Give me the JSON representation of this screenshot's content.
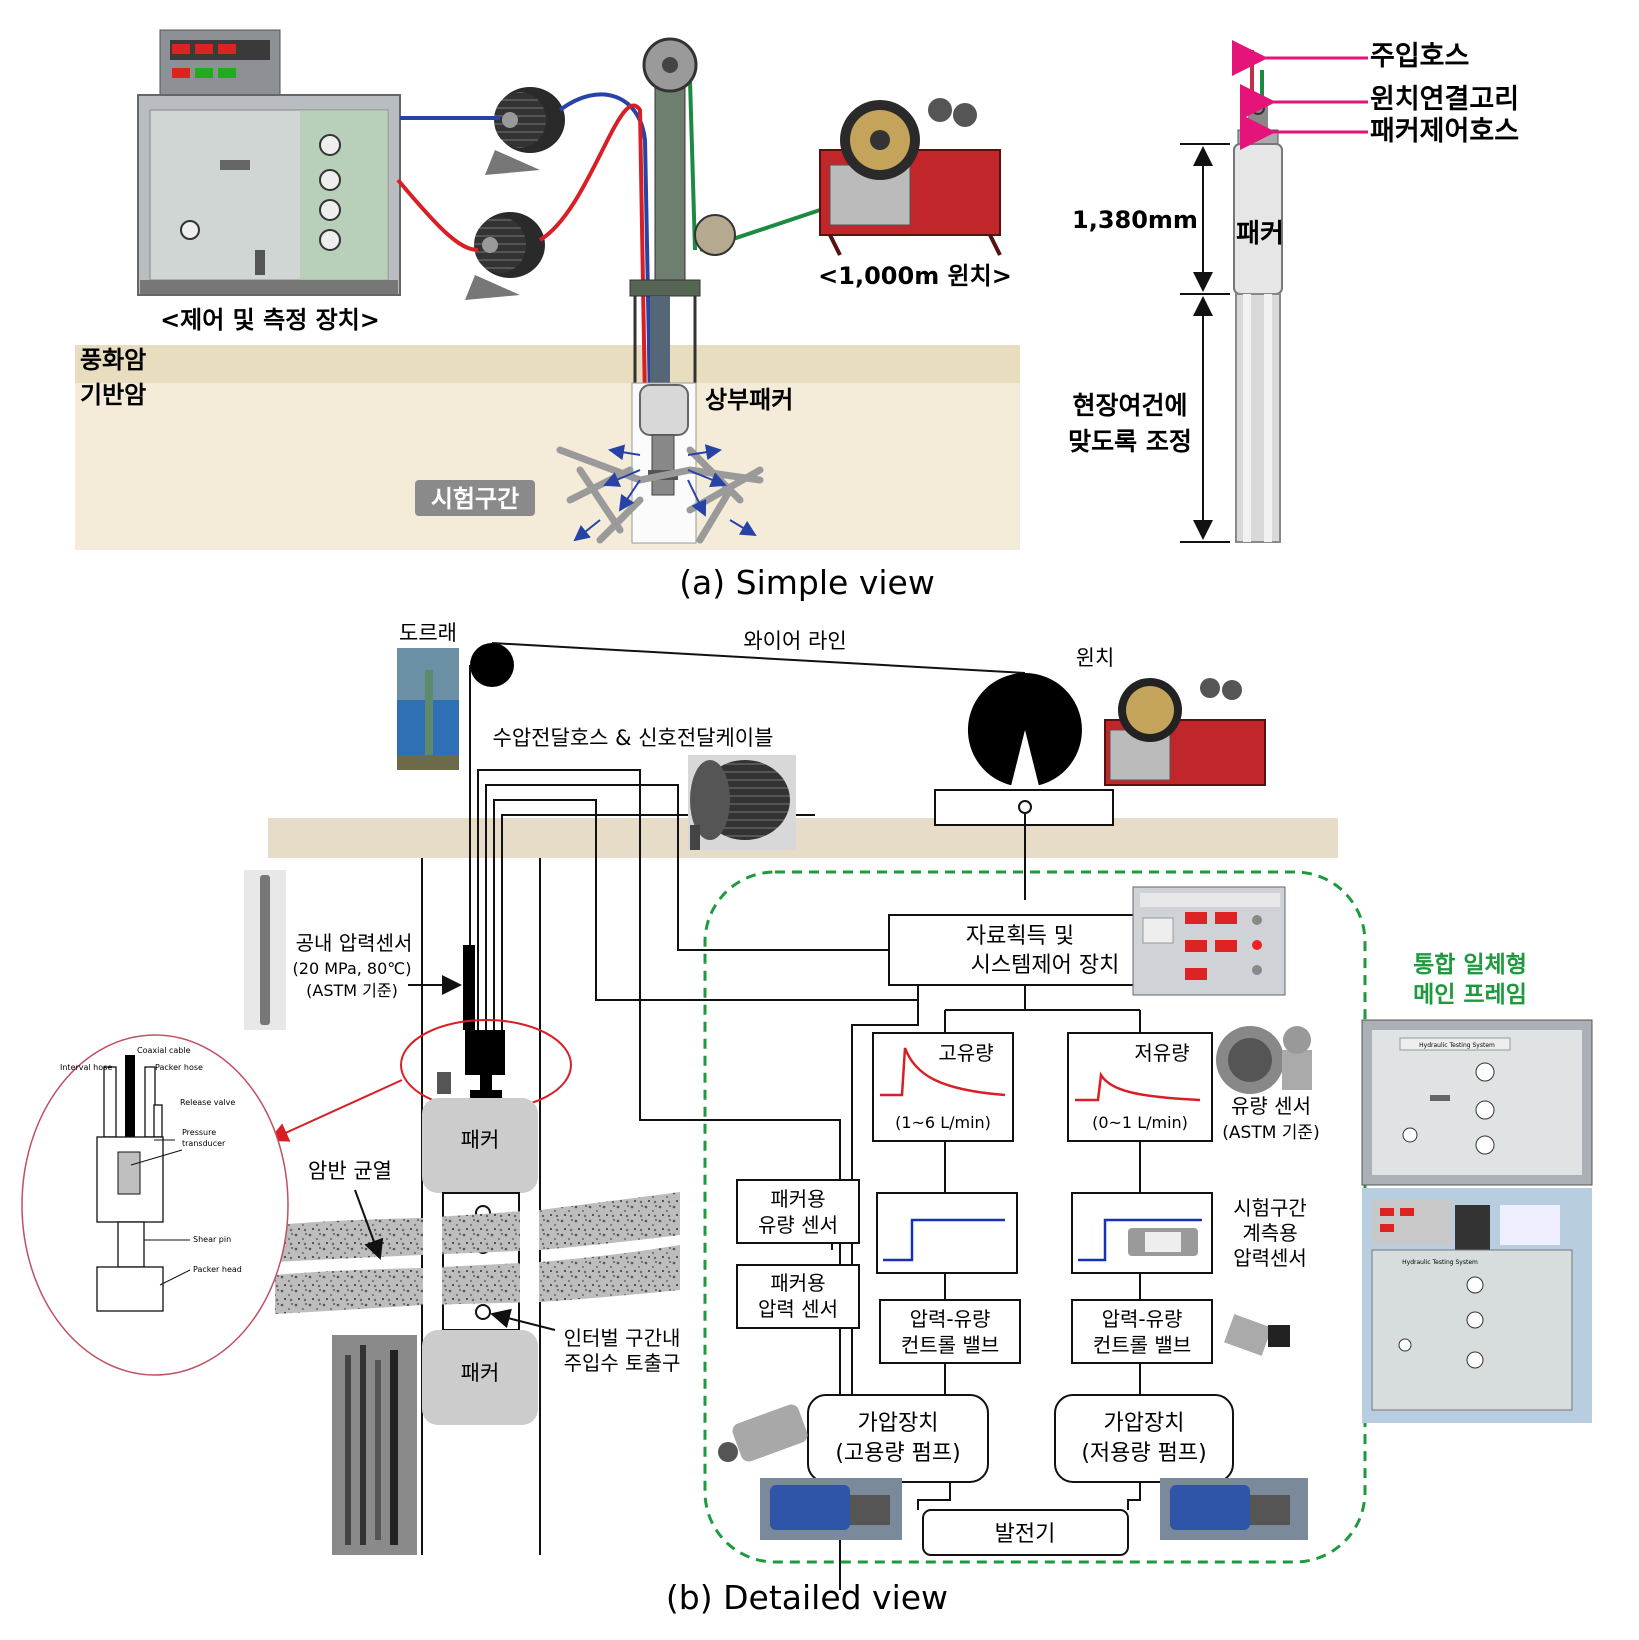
{
  "colors": {
    "green_dash": "#1e9a3e",
    "red_hose": "#d81f26",
    "blue_hose": "#2743a6",
    "green_hose": "#1c8a43",
    "callout_red": "#d81f26",
    "magenta_arrow": "#e5147a",
    "flow_red": "#d81f26",
    "flow_blue": "#1630b8",
    "ground": "#e9ddc7",
    "packer_grey": "#cfcfcf"
  },
  "simple_view": {
    "caption": "(a) Simple view",
    "control_unit_label": "<제어 및 측정 장치>",
    "winch_label": "<1,000m 윈치>",
    "rock_label_1": "풍화암",
    "rock_label_2": "기반암",
    "upper_packer_label": "상부패커",
    "test_section_label": "시험구간",
    "injection_hose_label": "주입호스",
    "winch_hook_label": "윈치연결고리",
    "packer_control_hose_label": "패커제어호스",
    "dimension_label": "1,380mm",
    "packer_label": "패커",
    "adjust_label_1": "현장여건에",
    "adjust_label_2": "맞도록 조정"
  },
  "detailed_view": {
    "caption": "(b) Detailed view",
    "derrick_label": "도르래",
    "wire_line_label": "와이어 라인",
    "winch_label": "윈치",
    "hose_cable_label": "수압전달호스 & 신호전달케이블",
    "downhole_sensor_1": "공내 압력센서",
    "downhole_sensor_2": "(20 MPa, 80℃)",
    "downhole_sensor_3": "(ASTM 기준)",
    "packer_top": "패커",
    "packer_bottom": "패커",
    "rock_fracture": "암반 균열",
    "interval_outlet_1": "인터벌 구간내",
    "interval_outlet_2": "주입수 토출구",
    "daq_1": "자료획득 및",
    "daq_2": "시스템제어 장치",
    "high_flow": "고유량",
    "high_flow_range": "(1~6 L/min)",
    "low_flow": "저유량",
    "low_flow_range": "(0~1 L/min)",
    "flow_sensor_1": "유량 센서",
    "flow_sensor_2": "(ASTM 기준)",
    "packer_flow_1": "패커용",
    "packer_flow_2": "유량 센서",
    "packer_pressure_1": "패커용",
    "packer_pressure_2": "압력 센서",
    "test_pressure_1": "시험구간",
    "test_pressure_2": "계측용",
    "test_pressure_3": "압력센서",
    "valve_left_1": "압력-유량",
    "valve_left_2": "컨트롤 밸브",
    "valve_right_1": "압력-유량",
    "valve_right_2": "컨트롤 밸브",
    "pump_left_1": "가압장치",
    "pump_left_2": "(고용량 펌프)",
    "pump_right_1": "가압장치",
    "pump_right_2": "(저용량 펌프)",
    "generator": "발전기",
    "frame_1": "통합 일체형",
    "frame_2": "메인 프레임",
    "callout": {
      "interval_hose": "Interval hose",
      "coaxial_cable": "Coaxial cable",
      "packer_hose": "Packer hose",
      "release_valve": "Release valve",
      "pressure_1": "Pressure",
      "pressure_2": "transducer",
      "shear_pin": "Shear pin",
      "packer_head": "Packer head"
    },
    "panel_title": "Hydraulic Testing System"
  }
}
